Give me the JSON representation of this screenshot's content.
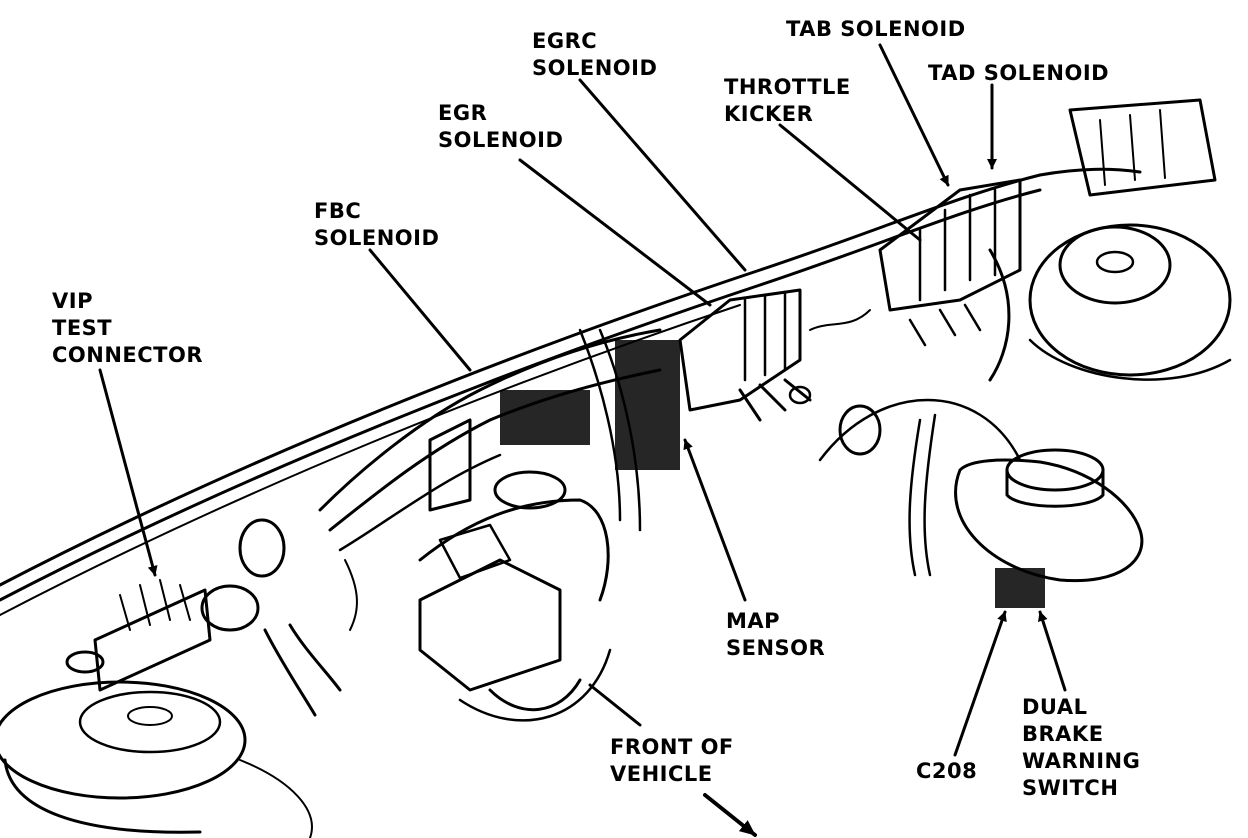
{
  "labels": {
    "tab_solenoid": [
      "TAB SOLENOID"
    ],
    "tad_solenoid": [
      "TAD SOLENOID"
    ],
    "egrc_solenoid": [
      "EGRC",
      "SOLENOID"
    ],
    "throttle_kicker": [
      "THROTTLE",
      "KICKER"
    ],
    "egr_solenoid": [
      "EGR",
      "SOLENOID"
    ],
    "fbc_solenoid": [
      "FBC",
      "SOLENOID"
    ],
    "vip_test_connector": [
      "VIP",
      "TEST",
      "CONNECTOR"
    ],
    "map_sensor": [
      "MAP",
      "SENSOR"
    ],
    "front_of_vehicle": [
      "FRONT OF",
      "VEHICLE"
    ],
    "c208": [
      "C208"
    ],
    "dual_brake_warning_switch": [
      "DUAL",
      "BRAKE",
      "WARNING",
      "SWITCH"
    ]
  },
  "colors": {
    "ink": "#000000",
    "paper": "#ffffff"
  }
}
